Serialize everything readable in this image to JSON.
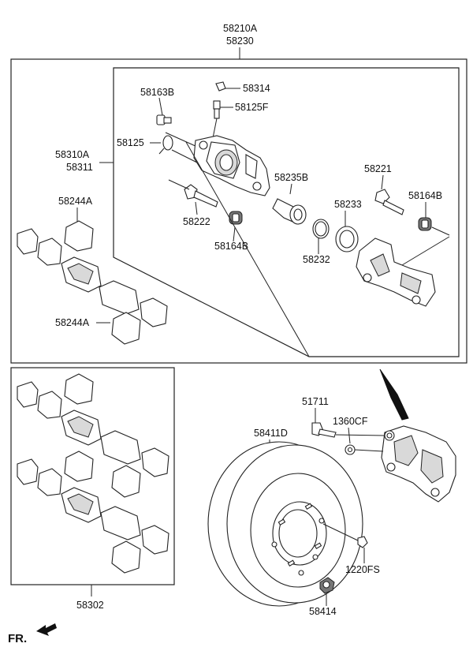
{
  "labels": {
    "assy_top_a": "58210A",
    "assy_top_b": "58230",
    "bolt_58163b": "58163B",
    "cap_58314": "58314",
    "bleeder_58125f": "58125F",
    "pin_58125": "58125",
    "caliper_a": "58310A",
    "caliper_b": "58311",
    "piston_58235b": "58235B",
    "bolt_58221": "58221",
    "pad_kit_58244a_top": "58244A",
    "guide_58222": "58222",
    "seal_58233": "58233",
    "boot_58164b_right": "58164B",
    "boot_58164b_left": "58164B",
    "seal_58232": "58232",
    "pad_kit_58244a_bottom": "58244A",
    "bolt_51711": "51711",
    "washer_1360cf": "1360CF",
    "disc_58411d": "58411D",
    "screw_1220fs": "1220FS",
    "nut_58414": "58414",
    "pad_set_58302": "58302",
    "front_indicator": "FR."
  }
}
